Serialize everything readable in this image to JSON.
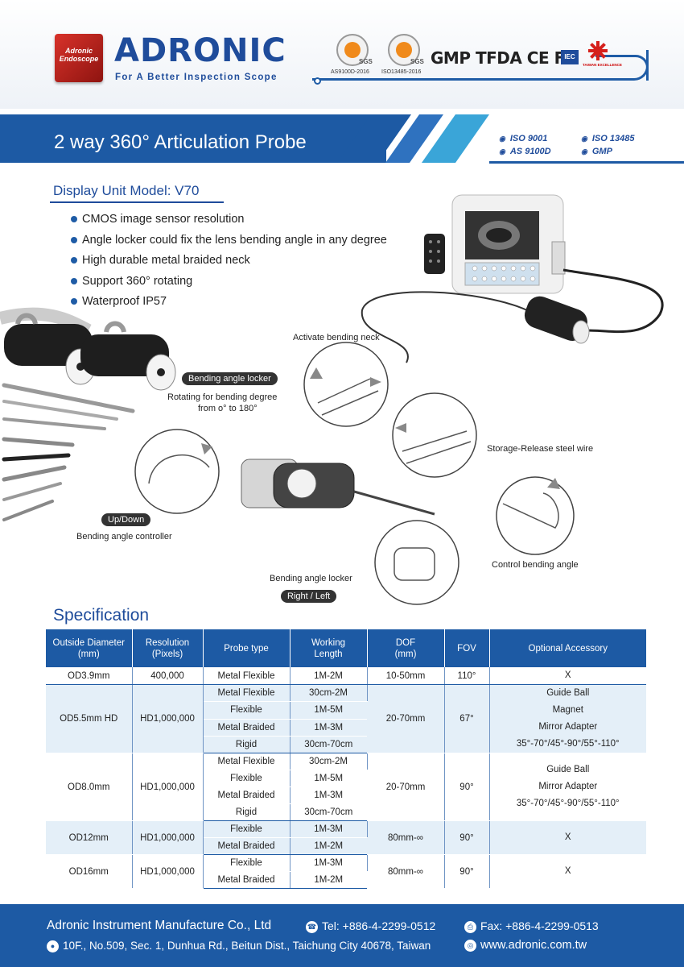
{
  "header": {
    "logo_text": "Adronic Endoscope",
    "brand": "ADRONIC",
    "tagline": "For A Better Inspection Scope",
    "sgs1_label": "SGS",
    "sgs1_std": "AS9100D-2016",
    "sgs2_label": "SGS",
    "sgs2_std": "ISO13485-2016",
    "cert_marks": "GMP TFDA CE FC",
    "iec": "IEC",
    "taiwan_label": "TAIWAN EXCELLENCE",
    "accent_color": "#1d5aa4"
  },
  "banner": {
    "title": "2 way 360° Articulation Probe",
    "iso": [
      "ISO 9001",
      "ISO 13485",
      "AS 9100D",
      "GMP"
    ]
  },
  "display_unit": {
    "title": "Display Unit Model: V70",
    "features": [
      "CMOS image sensor resolution",
      "Angle locker could fix the lens bending angle in any degree",
      "High durable metal braided neck",
      "Support 360° rotating",
      "Waterproof  IP57"
    ]
  },
  "callouts": {
    "activate": "Activate bending neck",
    "locker_pill": "Bending angle locker",
    "rotating_1": "Rotating for bending degree",
    "rotating_2": "from o° to 180°",
    "storage": "Storage-Release steel wire",
    "updown_pill": "Up/Down",
    "controller": "Bending angle controller",
    "control_angle": "Control bending angle",
    "locker2": "Bending angle locker",
    "rightleft_pill": "Right / Left"
  },
  "spec": {
    "title": "Specification",
    "headers": [
      [
        "Outside Diameter",
        "(mm)"
      ],
      [
        "Resolution",
        "(Pixels)"
      ],
      [
        "Probe type"
      ],
      [
        "Working",
        "Length"
      ],
      [
        "DOF",
        "(mm)"
      ],
      [
        "FOV"
      ],
      [
        "Optional Accessory"
      ]
    ],
    "groups": [
      {
        "od": "OD3.9mm",
        "res": "400,000",
        "dof": "10-50mm",
        "fov": "110°",
        "probes": [
          [
            "Metal Flexible",
            "1M-2M"
          ]
        ],
        "accessory": [
          "X"
        ]
      },
      {
        "od": "OD5.5mm HD",
        "res": "HD1,000,000",
        "dof": "20-70mm",
        "fov": "67°",
        "probes": [
          [
            "Metal Flexible",
            "30cm-2M"
          ],
          [
            "Flexible",
            "1M-5M"
          ],
          [
            "Metal Braided",
            "1M-3M"
          ],
          [
            "Rigid",
            "30cm-70cm"
          ]
        ],
        "accessory": [
          "Guide Ball",
          "Magnet",
          "Mirror Adapter",
          "35°-70°/45°-90°/55°-110°"
        ]
      },
      {
        "od": "OD8.0mm",
        "res": "HD1,000,000",
        "dof": "20-70mm",
        "fov": "90°",
        "probes": [
          [
            "Metal Flexible",
            "30cm-2M"
          ],
          [
            "Flexible",
            "1M-5M"
          ],
          [
            "Metal Braided",
            "1M-3M"
          ],
          [
            "Rigid",
            "30cm-70cm"
          ]
        ],
        "accessory": [
          "Guide Ball",
          "Mirror Adapter",
          "35°-70°/45°-90°/55°-110°"
        ]
      },
      {
        "od": "OD12mm",
        "res": "HD1,000,000",
        "dof": "80mm-∞",
        "fov": "90°",
        "probes": [
          [
            "Flexible",
            "1M-3M"
          ],
          [
            "Metal Braided",
            "1M-2M"
          ]
        ],
        "accessory": [
          "X"
        ]
      },
      {
        "od": "OD16mm",
        "res": "HD1,000,000",
        "dof": "80mm-∞",
        "fov": "90°",
        "probes": [
          [
            "Flexible",
            "1M-3M"
          ],
          [
            "Metal Braided",
            "1M-2M"
          ]
        ],
        "accessory": [
          "X"
        ]
      }
    ]
  },
  "footer": {
    "company": "Adronic Instrument Manufacture Co., Ltd",
    "tel": "Tel: +886-4-2299-0512",
    "fax": "Fax: +886-4-2299-0513",
    "address": "10F., No.509, Sec. 1, Dunhua Rd., Beitun Dist., Taichung City 40678, Taiwan",
    "web": "www.adronic.com.tw"
  }
}
